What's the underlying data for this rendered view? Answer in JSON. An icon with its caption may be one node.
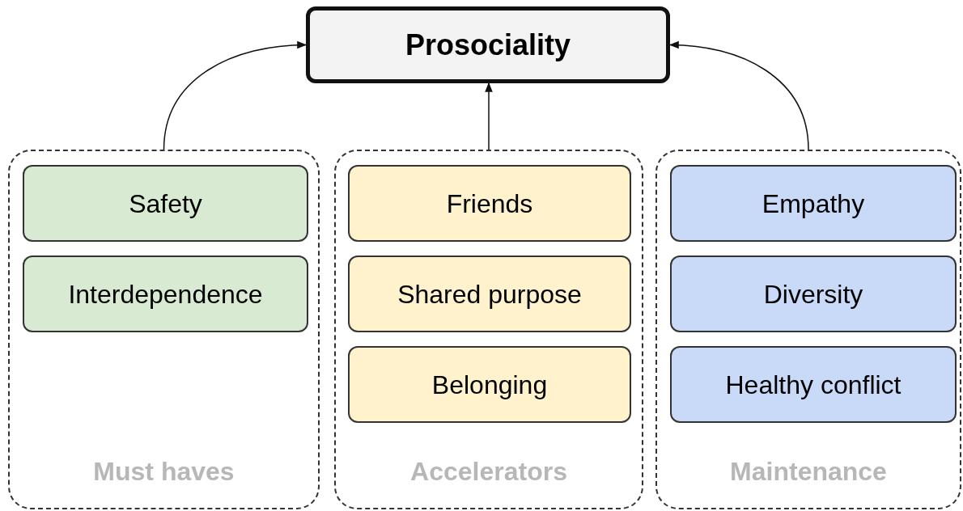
{
  "diagram": {
    "nodes": [
      {
        "text": [
          "Prosociality"
        ]
      },
      {
        "text": [
          "Must haves"
        ]
      },
      {
        "text": [
          "Safety"
        ],
        "in": 1
      },
      {
        "text": [
          "Interdependence"
        ],
        "in": 1
      },
      {
        "text": [
          "Accelerators"
        ]
      },
      {
        "text": [
          "Friends"
        ],
        "in": 4
      },
      {
        "text": [
          "Shared purpose"
        ],
        "in": 4
      },
      {
        "text": [
          "Belonging"
        ],
        "in": 4
      },
      {
        "text": [
          "Maintenance"
        ]
      },
      {
        "text": [
          "Empathy"
        ],
        "in": 8
      },
      {
        "text": [
          "Diversity"
        ],
        "in": 8
      },
      {
        "text": [
          "Healthy conflict"
        ],
        "in": 8
      }
    ],
    "edges": [
      {
        "from": 1,
        "to": 0,
        "arrow": "to"
      },
      {
        "from": 4,
        "to": 0,
        "arrow": "to"
      },
      {
        "from": 8,
        "to": 0,
        "arrow": "to"
      }
    ]
  }
}
